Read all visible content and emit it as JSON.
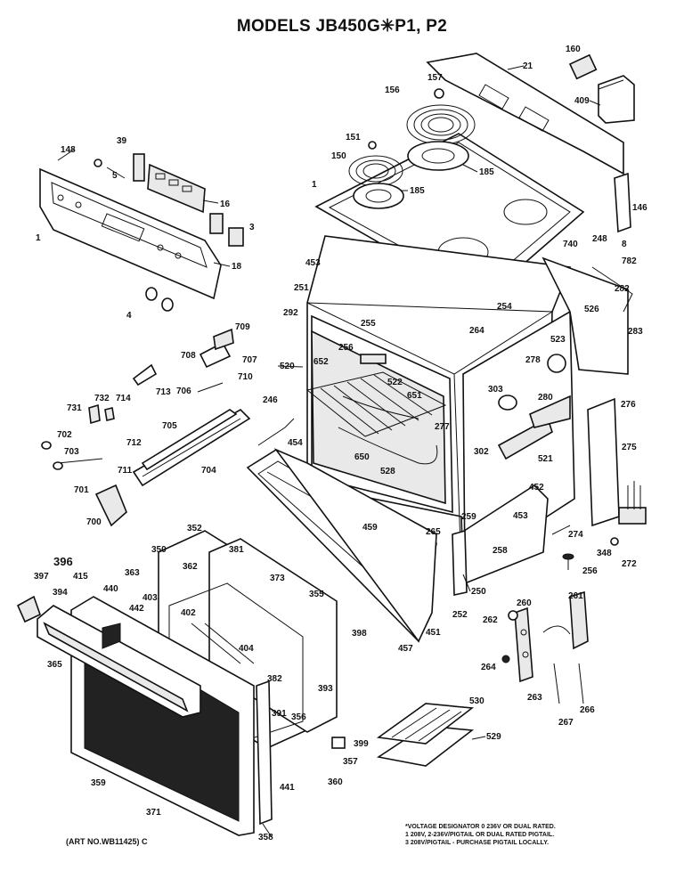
{
  "title": "MODELS JB450G✳P1, P2",
  "art_number": "(ART NO.WB11425) C",
  "notes": [
    "*VOLTAGE DESIGNATOR 0 236V OR DUAL RATED.",
    "1 208V, 2-236V/PIGTAIL OR DUAL RATED PIGTAIL.",
    "3 208V/PIGTAIL - PURCHASE PIGTAIL LOCALLY."
  ],
  "labels": [
    {
      "id": "148",
      "text": "148"
    },
    {
      "id": "39",
      "text": "39"
    },
    {
      "id": "5",
      "text": "5"
    },
    {
      "id": "16",
      "text": "16"
    },
    {
      "id": "3",
      "text": "3"
    },
    {
      "id": "18",
      "text": "18"
    },
    {
      "id": "4",
      "text": "4"
    },
    {
      "id": "1a",
      "text": "1"
    },
    {
      "id": "1b",
      "text": "1"
    },
    {
      "id": "160",
      "text": "160"
    },
    {
      "id": "21",
      "text": "21"
    },
    {
      "id": "157",
      "text": "157"
    },
    {
      "id": "156",
      "text": "156"
    },
    {
      "id": "409",
      "text": "409"
    },
    {
      "id": "151",
      "text": "151"
    },
    {
      "id": "150",
      "text": "150"
    },
    {
      "id": "185a",
      "text": "185"
    },
    {
      "id": "185b",
      "text": "185"
    },
    {
      "id": "146",
      "text": "146"
    },
    {
      "id": "740",
      "text": "740"
    },
    {
      "id": "248",
      "text": "248"
    },
    {
      "id": "8",
      "text": "8"
    },
    {
      "id": "782",
      "text": "782"
    },
    {
      "id": "453a",
      "text": "453"
    },
    {
      "id": "251",
      "text": "251"
    },
    {
      "id": "292",
      "text": "292"
    },
    {
      "id": "255",
      "text": "255"
    },
    {
      "id": "254",
      "text": "254"
    },
    {
      "id": "264",
      "text": "264"
    },
    {
      "id": "282",
      "text": "282"
    },
    {
      "id": "526",
      "text": "526"
    },
    {
      "id": "283",
      "text": "283"
    },
    {
      "id": "709",
      "text": "709"
    },
    {
      "id": "708",
      "text": "708"
    },
    {
      "id": "707",
      "text": "707"
    },
    {
      "id": "710",
      "text": "710"
    },
    {
      "id": "256",
      "text": "256"
    },
    {
      "id": "523",
      "text": "523"
    },
    {
      "id": "520",
      "text": "520"
    },
    {
      "id": "652",
      "text": "652"
    },
    {
      "id": "522",
      "text": "522"
    },
    {
      "id": "278",
      "text": "278"
    },
    {
      "id": "714",
      "text": "714"
    },
    {
      "id": "713",
      "text": "713"
    },
    {
      "id": "706",
      "text": "706"
    },
    {
      "id": "303",
      "text": "303"
    },
    {
      "id": "280",
      "text": "280"
    },
    {
      "id": "276",
      "text": "276"
    },
    {
      "id": "651",
      "text": "651"
    },
    {
      "id": "732",
      "text": "732"
    },
    {
      "id": "731",
      "text": "731"
    },
    {
      "id": "246",
      "text": "246"
    },
    {
      "id": "277",
      "text": "277"
    },
    {
      "id": "275",
      "text": "275"
    },
    {
      "id": "705",
      "text": "705"
    },
    {
      "id": "702",
      "text": "702"
    },
    {
      "id": "712",
      "text": "712"
    },
    {
      "id": "454",
      "text": "454"
    },
    {
      "id": "302",
      "text": "302"
    },
    {
      "id": "703",
      "text": "703"
    },
    {
      "id": "711",
      "text": "711"
    },
    {
      "id": "704",
      "text": "704"
    },
    {
      "id": "650",
      "text": "650"
    },
    {
      "id": "528",
      "text": "528"
    },
    {
      "id": "521",
      "text": "521"
    },
    {
      "id": "701",
      "text": "701"
    },
    {
      "id": "452",
      "text": "452"
    },
    {
      "id": "700",
      "text": "700"
    },
    {
      "id": "259",
      "text": "259"
    },
    {
      "id": "453b",
      "text": "453"
    },
    {
      "id": "352",
      "text": "352"
    },
    {
      "id": "459",
      "text": "459"
    },
    {
      "id": "265",
      "text": "265"
    },
    {
      "id": "258",
      "text": "258"
    },
    {
      "id": "274",
      "text": "274"
    },
    {
      "id": "350",
      "text": "350"
    },
    {
      "id": "381",
      "text": "381"
    },
    {
      "id": "348",
      "text": "348"
    },
    {
      "id": "272",
      "text": "272"
    },
    {
      "id": "396",
      "text": "396"
    },
    {
      "id": "362",
      "text": "362"
    },
    {
      "id": "256b",
      "text": "256"
    },
    {
      "id": "397",
      "text": "397"
    },
    {
      "id": "415",
      "text": "415"
    },
    {
      "id": "363",
      "text": "363"
    },
    {
      "id": "373",
      "text": "373"
    },
    {
      "id": "394",
      "text": "394"
    },
    {
      "id": "440",
      "text": "440"
    },
    {
      "id": "403",
      "text": "403"
    },
    {
      "id": "355",
      "text": "355"
    },
    {
      "id": "250",
      "text": "250"
    },
    {
      "id": "442",
      "text": "442"
    },
    {
      "id": "260",
      "text": "260"
    },
    {
      "id": "261",
      "text": "261"
    },
    {
      "id": "402",
      "text": "402"
    },
    {
      "id": "252",
      "text": "252"
    },
    {
      "id": "262",
      "text": "262"
    },
    {
      "id": "398",
      "text": "398"
    },
    {
      "id": "451",
      "text": "451"
    },
    {
      "id": "457",
      "text": "457"
    },
    {
      "id": "365",
      "text": "365"
    },
    {
      "id": "404",
      "text": "404"
    },
    {
      "id": "382",
      "text": "382"
    },
    {
      "id": "264b",
      "text": "264"
    },
    {
      "id": "393",
      "text": "393"
    },
    {
      "id": "263",
      "text": "263"
    },
    {
      "id": "391",
      "text": "391"
    },
    {
      "id": "266",
      "text": "266"
    },
    {
      "id": "356",
      "text": "356"
    },
    {
      "id": "267",
      "text": "267"
    },
    {
      "id": "530",
      "text": "530"
    },
    {
      "id": "529",
      "text": "529"
    },
    {
      "id": "399",
      "text": "399"
    },
    {
      "id": "357",
      "text": "357"
    },
    {
      "id": "359",
      "text": "359"
    },
    {
      "id": "441",
      "text": "441"
    },
    {
      "id": "360",
      "text": "360"
    },
    {
      "id": "371",
      "text": "371"
    },
    {
      "id": "358",
      "text": "358"
    }
  ]
}
